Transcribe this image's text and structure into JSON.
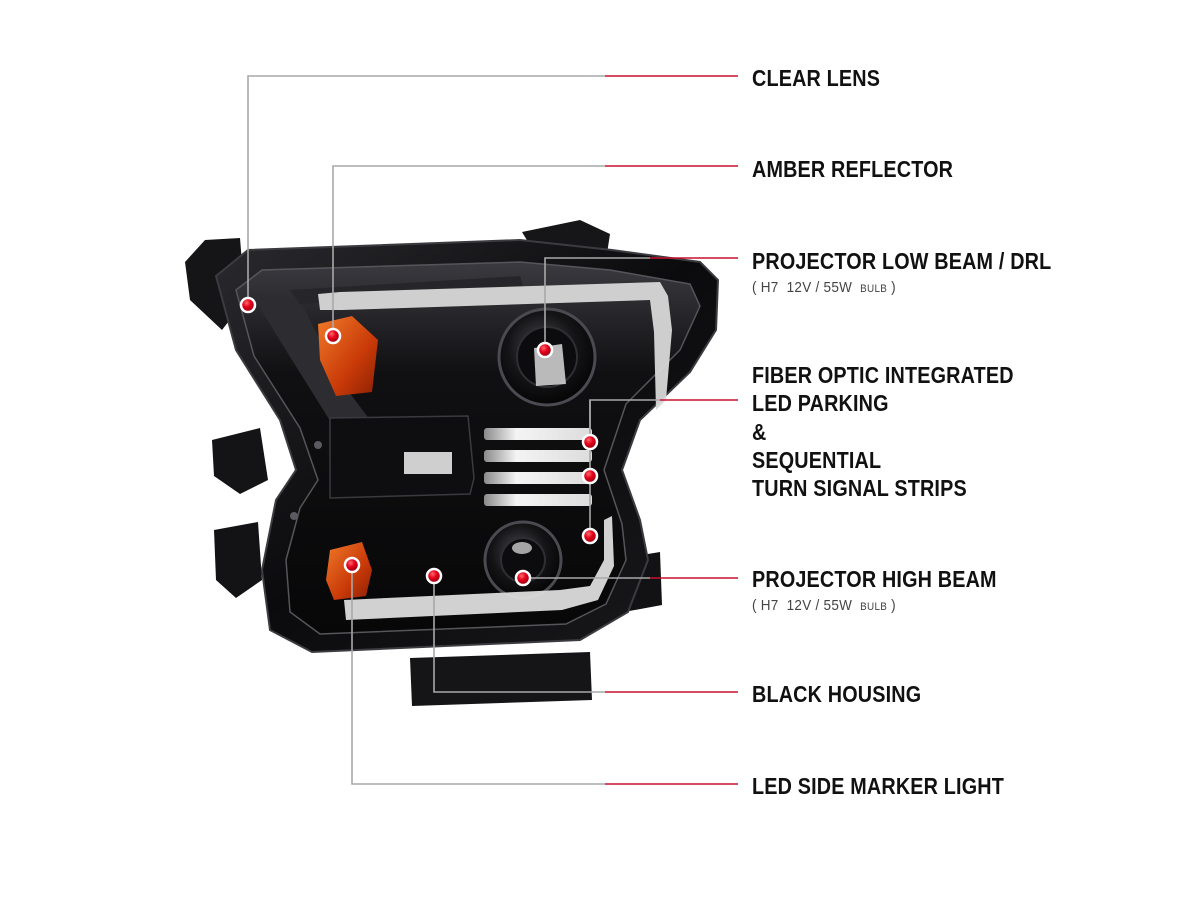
{
  "diagram": {
    "callouts": [
      {
        "id": "clear-lens",
        "lines": [
          "CLEAR LENS"
        ]
      },
      {
        "id": "amber-reflector",
        "lines": [
          "AMBER REFLECTOR"
        ]
      },
      {
        "id": "projector-low-beam",
        "lines": [
          "PROJECTOR LOW BEAM / DRL"
        ],
        "spec": {
          "bulb": "H7",
          "voltage": "12V",
          "wattage": "55W",
          "unit": "BULB"
        }
      },
      {
        "id": "fiber-optic-led",
        "lines": [
          "FIBER OPTIC INTEGRATED",
          "LED PARKING",
          "&",
          "SEQUENTIAL",
          "TURN SIGNAL STRIPS"
        ]
      },
      {
        "id": "projector-high-beam",
        "lines": [
          "PROJECTOR HIGH BEAM"
        ],
        "spec": {
          "bulb": "H7",
          "voltage": "12V",
          "wattage": "55W",
          "unit": "BULB"
        }
      },
      {
        "id": "black-housing",
        "lines": [
          "BLACK HOUSING"
        ]
      },
      {
        "id": "led-side-marker",
        "lines": [
          "LED SIDE MARKER LIGHT"
        ]
      }
    ],
    "colors": {
      "leader_gray": "#a8a8a8",
      "leader_red": "#c8102e",
      "marker_dot": "#e4001b",
      "housing": "#0c0c0e",
      "amber": "#d84810",
      "led_strip": "#f2f2f2"
    }
  }
}
